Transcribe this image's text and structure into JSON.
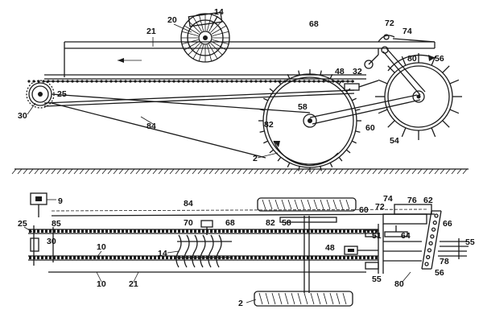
{
  "figure_top": {
    "labels": {
      "l20": "20",
      "l14": "14",
      "l21": "21",
      "l68": "68",
      "l72": "72",
      "l74": "74",
      "l80": "80",
      "l56": "56",
      "l48": "48",
      "l32": "32",
      "l25": "25",
      "l30": "30",
      "l58": "58",
      "l82": "82",
      "l84": "84",
      "l60": "60",
      "l54": "54",
      "l2": "2"
    }
  },
  "figure_bottom": {
    "labels": {
      "l9": "9",
      "l84": "84",
      "l25": "25",
      "l85": "85",
      "l30": "30",
      "l70": "70",
      "l68": "68",
      "l82": "82",
      "l58": "58",
      "l60": "60",
      "l72": "72",
      "l74": "74",
      "l76": "76",
      "l62": "62",
      "l66": "66",
      "l64": "64",
      "l10a": "10",
      "l51": "51",
      "l48": "48",
      "l14": "14",
      "l78": "78",
      "l55a": "55",
      "l10b": "10",
      "l21": "21",
      "l55b": "55",
      "l80": "80",
      "l56": "56",
      "l2": "2"
    }
  },
  "colors": {
    "ink": "#1a1a1a",
    "paper": "#ffffff"
  }
}
